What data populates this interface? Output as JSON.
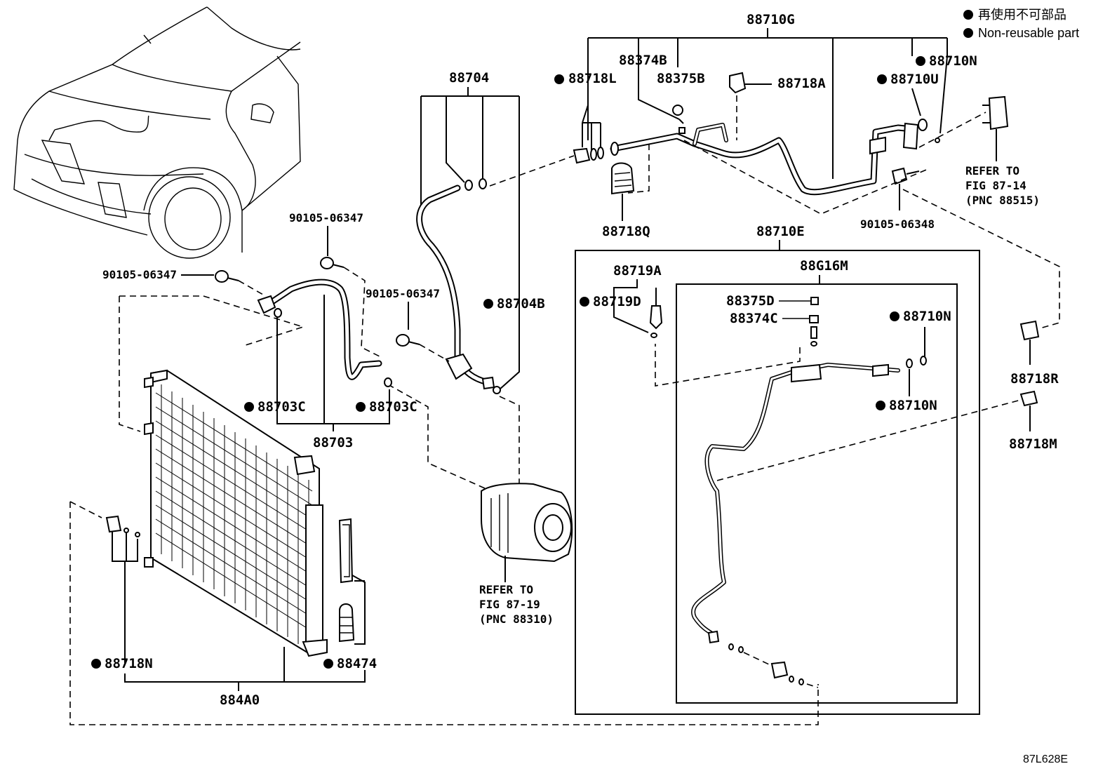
{
  "legend": {
    "line_jp": "再使用不可部品",
    "line_en": "Non-reusable part"
  },
  "labels": {
    "p88710G": "88710G",
    "p88374B": "88374B",
    "p88375B": "88375B",
    "p88718A": "88718A",
    "p88718L": "88718L",
    "p88710N_top": "88710N",
    "p88710U": "88710U",
    "p88704": "88704",
    "p88718Q": "88718Q",
    "p90105_06348": "90105-06348",
    "p88710E": "88710E",
    "p88G16M": "88G16M",
    "p88719A": "88719A",
    "p88719D": "88719D",
    "p88375D": "88375D",
    "p88374C": "88374C",
    "p88710N_mid": "88710N",
    "p88710N_low": "88710N",
    "p88718R": "88718R",
    "p88718M": "88718M",
    "p90105_06347_a": "90105-06347",
    "p90105_06347_b": "90105-06347",
    "p90105_06347_c": "90105-06347",
    "p88704B": "88704B",
    "p88703C_l": "88703C",
    "p88703C_r": "88703C",
    "p88703": "88703",
    "p88718N": "88718N",
    "p88474": "88474",
    "p884A0": "884A0"
  },
  "refs": {
    "ref1": {
      "line1": "REFER TO",
      "line2": "FIG 87-14",
      "line3": "(PNC 88515)"
    },
    "ref2": {
      "line1": "REFER TO",
      "line2": "FIG 87-19",
      "line3": "(PNC 88310)"
    }
  },
  "figure_code": "87L628E"
}
